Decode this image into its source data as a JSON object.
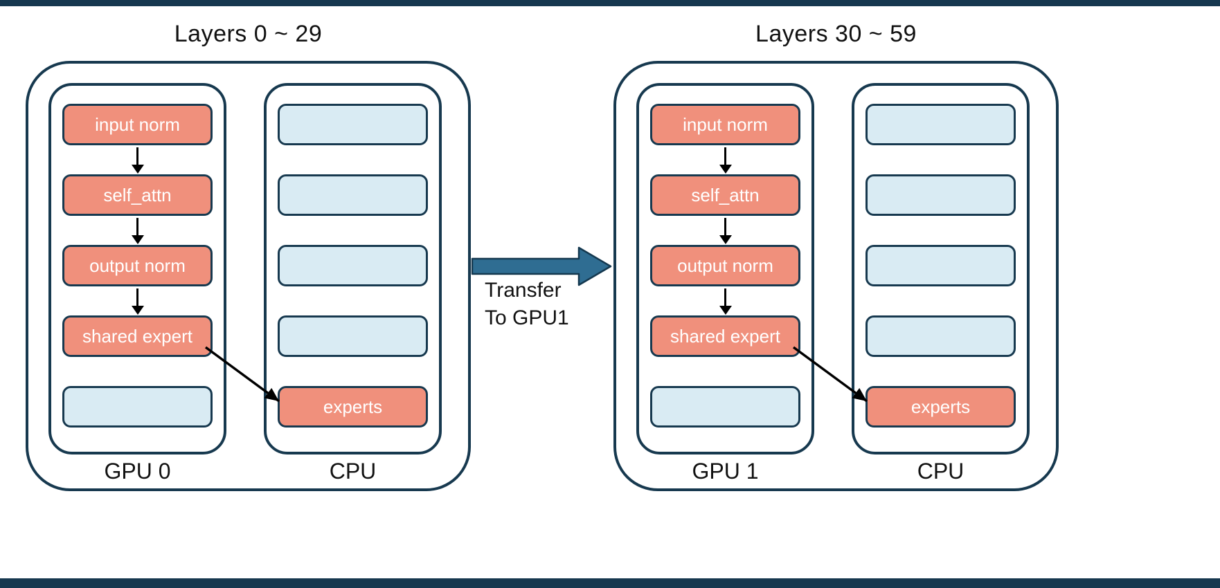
{
  "colors": {
    "salmon": "#F0907C",
    "light_blue": "#D9EBF3",
    "border_navy": "#17394F",
    "transfer_arrow_blue": "#2F6D92",
    "flow_arrow_black": "#000000"
  },
  "transfer": {
    "label_line1": "Transfer",
    "label_line2": "To GPU1"
  },
  "groups": [
    {
      "title": "Layers 0 ~ 29",
      "gpu": {
        "label": "GPU 0",
        "boxes": [
          "input norm",
          "self_attn",
          "output norm",
          "shared expert"
        ],
        "empty_box_count": 1
      },
      "cpu": {
        "label": "CPU",
        "empty_box_count": 4,
        "offloaded_box": "experts"
      }
    },
    {
      "title": "Layers 30 ~ 59",
      "gpu": {
        "label": "GPU 1",
        "boxes": [
          "input norm",
          "self_attn",
          "output norm",
          "shared expert"
        ],
        "empty_box_count": 1
      },
      "cpu": {
        "label": "CPU",
        "empty_box_count": 4,
        "offloaded_box": "experts"
      }
    }
  ]
}
